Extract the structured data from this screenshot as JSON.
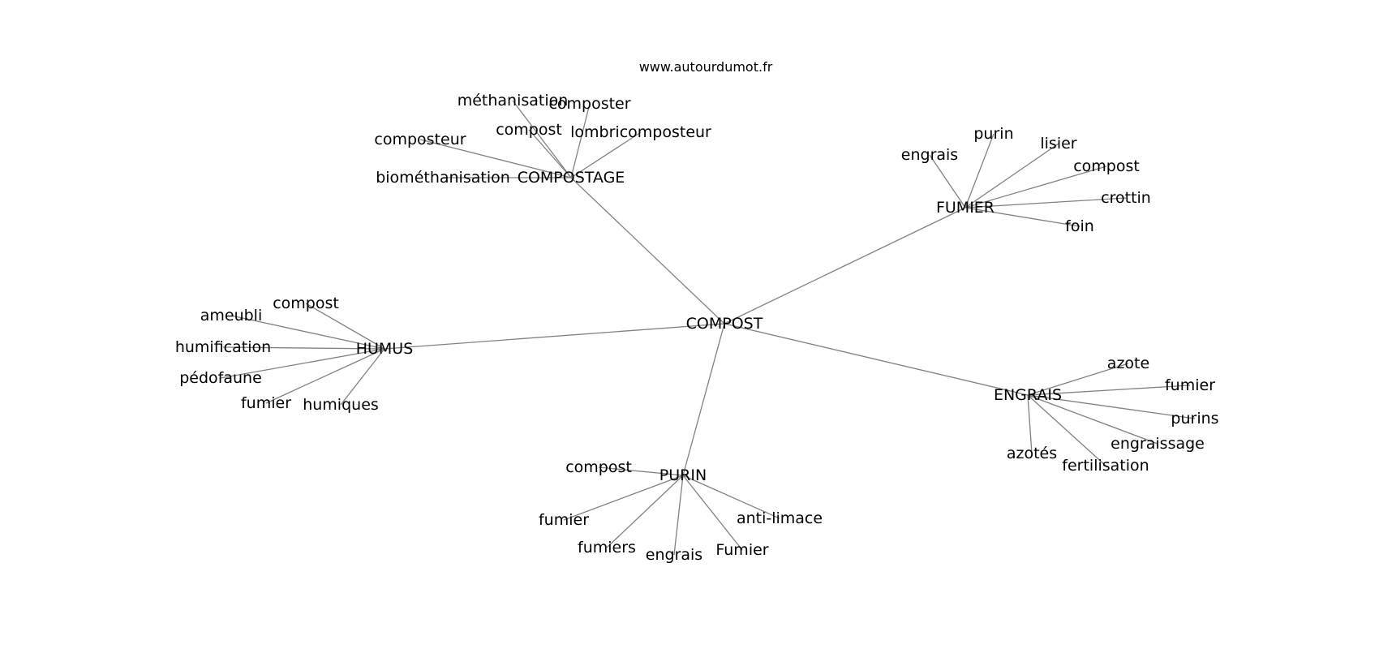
{
  "source": "www.autourdumot.fr",
  "graph": {
    "root": "COMPOST",
    "groups": [
      {
        "hub": "COMPOSTAGE",
        "leaves": [
          "méthanisation",
          "composter",
          "compost",
          "lombricomposteur",
          "composteur",
          "biométhanisation"
        ]
      },
      {
        "hub": "FUMIER",
        "leaves": [
          "purin",
          "engrais",
          "lisier",
          "compost",
          "crottin",
          "foin"
        ]
      },
      {
        "hub": "HUMUS",
        "leaves": [
          "compost",
          "ameubli",
          "humification",
          "pédofaune",
          "fumier",
          "humiques"
        ]
      },
      {
        "hub": "ENGRAIS",
        "leaves": [
          "azote",
          "fumier",
          "purins",
          "engraissage",
          "azotés",
          "fertilisation"
        ]
      },
      {
        "hub": "PURIN",
        "leaves": [
          "compost",
          "anti-limace",
          "fumier",
          "fumiers",
          "engrais",
          "Fumier"
        ]
      }
    ]
  }
}
